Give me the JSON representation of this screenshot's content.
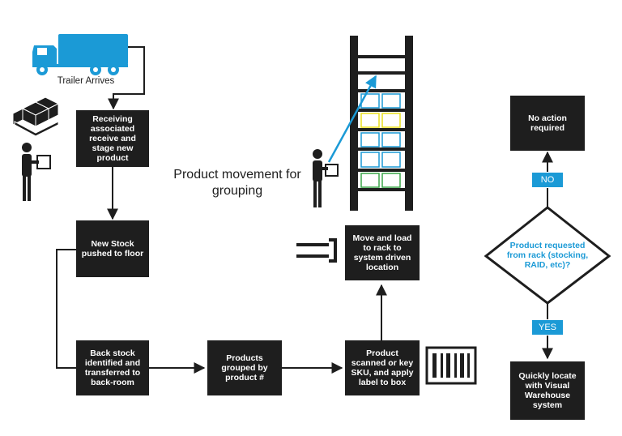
{
  "colors": {
    "box": "#1e1e1e",
    "accent": "#1b9ad6",
    "line": "#1e1e1e",
    "shelf_blue": "#1b9ad6",
    "shelf_yellow": "#e8df1c",
    "shelf_green": "#3aa648"
  },
  "icons": [
    "truck-icon",
    "pallet-boxes-icon",
    "worker-icon",
    "rack-icon",
    "forklift-icon",
    "barcode-icon"
  ],
  "trailer_label": "Trailer Arrives",
  "rack_caption": "Product movement for grouping",
  "nodes": {
    "receiving": "Receiving associated receive and stage new product",
    "new_stock": "New Stock pushed to floor",
    "back_stock": "Back stock identified and transferred to back-room",
    "grouped": "Products grouped by product #",
    "scanned": "Product scanned or key SKU, and apply label to box",
    "move_load": "Move and load to rack to system driven location",
    "no_action": "No action required",
    "quick_locate": "Quickly locate with Visual Warehouse system"
  },
  "decision": "Product requested from rack (stocking, RAID, etc)?",
  "labels": {
    "no": "NO",
    "yes": "YES"
  }
}
